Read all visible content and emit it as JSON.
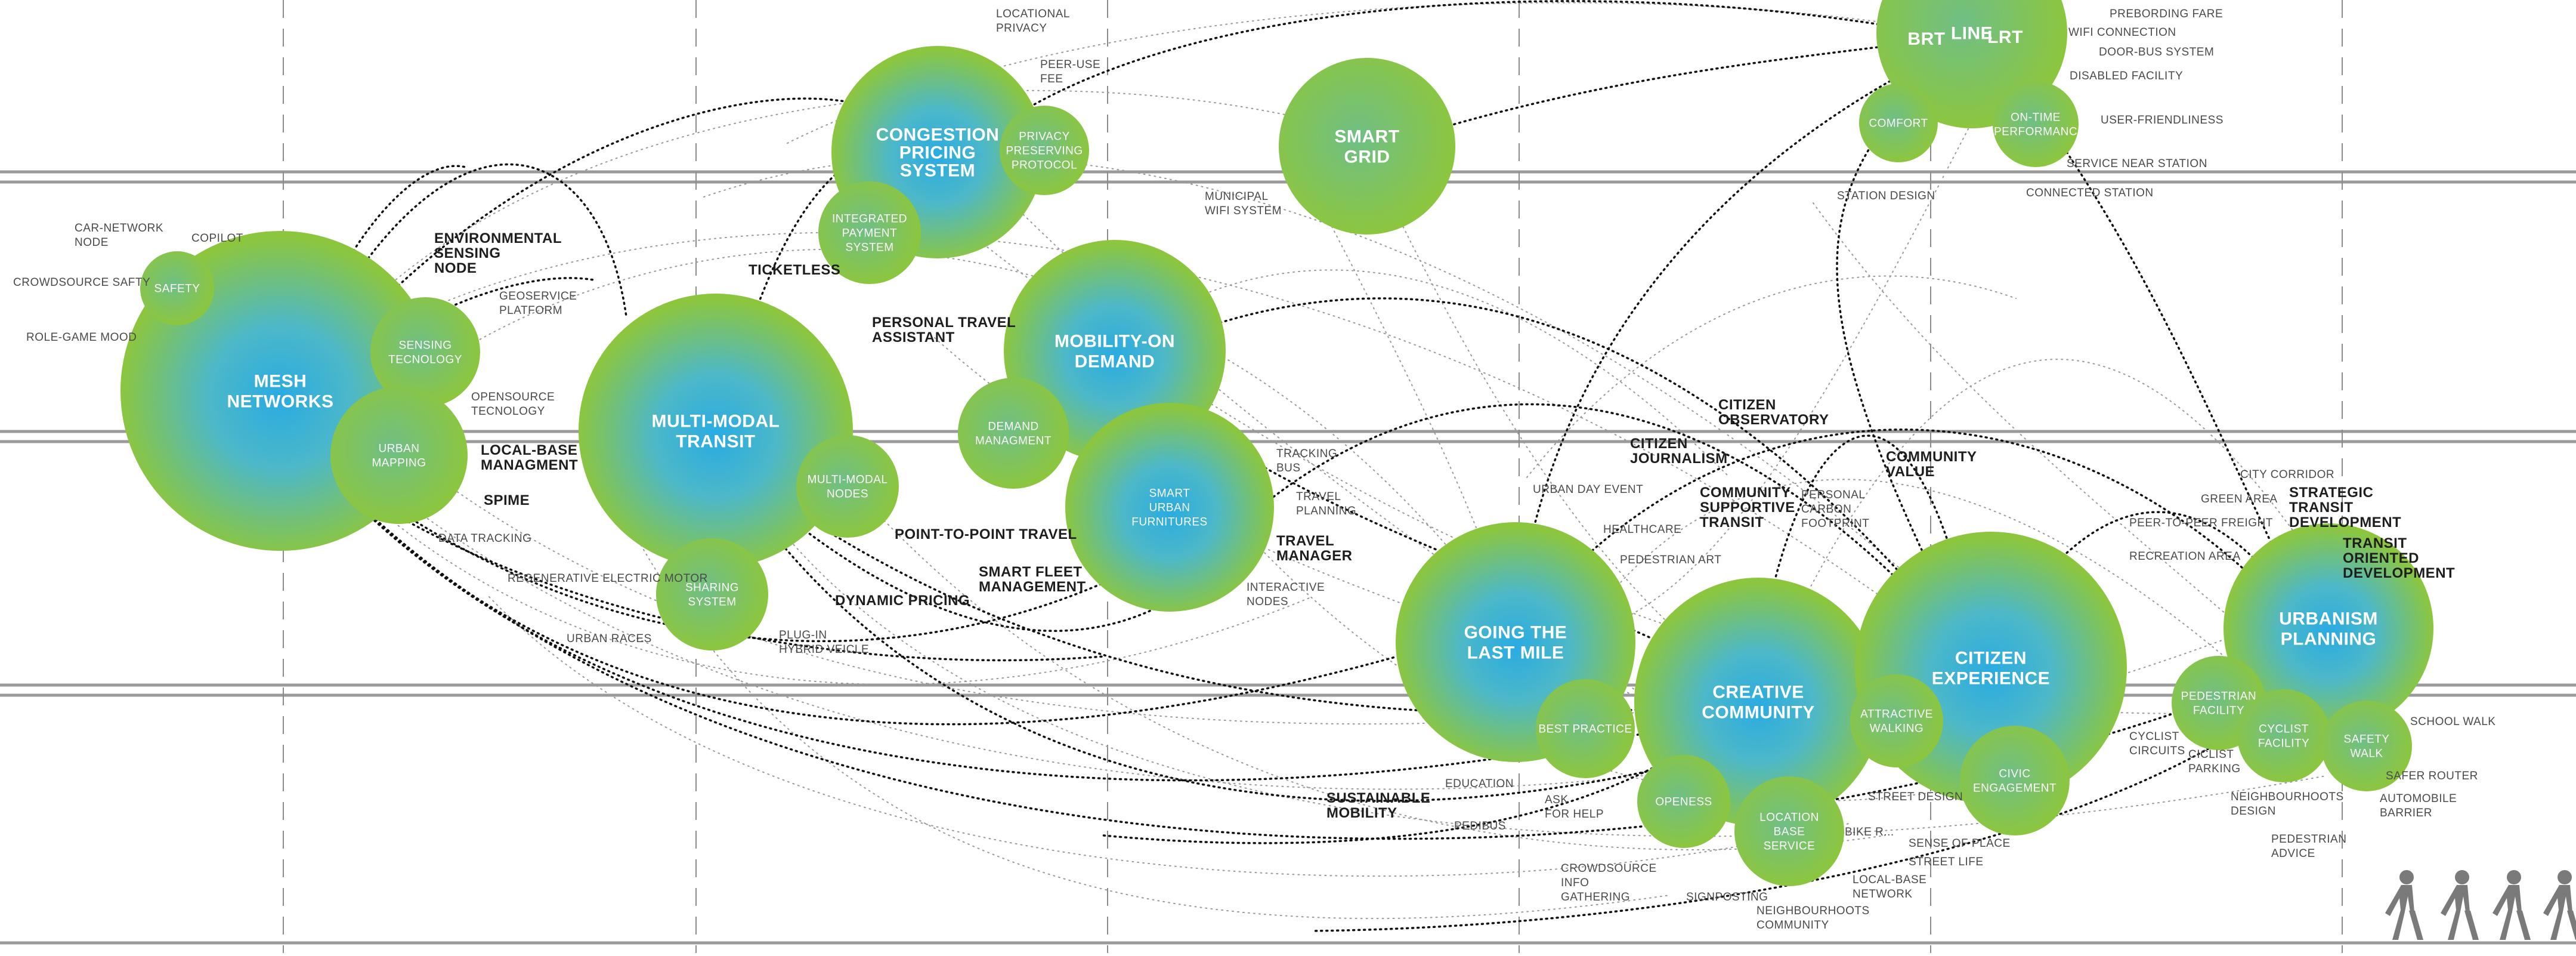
{
  "diagram": {
    "bubbles": [
      {
        "id": "mesh-networks",
        "lines": [
          "MESH",
          "NETWORKS"
        ],
        "style": "blue"
      },
      {
        "id": "safety",
        "lines": [
          "SAFETY"
        ],
        "style": "green"
      },
      {
        "id": "sensing-tecnology",
        "lines": [
          "SENSING",
          "TECNOLOGY"
        ],
        "style": "green"
      },
      {
        "id": "urban-mapping",
        "lines": [
          "URBAN",
          "MAPPING"
        ],
        "style": "green"
      },
      {
        "id": "multi-modal-transit",
        "lines": [
          "MULTI-MODAL",
          "TRANSIT"
        ],
        "style": "blue"
      },
      {
        "id": "multi-modal-nodes",
        "lines": [
          "MULTI-MODAL",
          "NODES"
        ],
        "style": "green"
      },
      {
        "id": "sharing-system",
        "lines": [
          "SHARING",
          "SYSTEM"
        ],
        "style": "green"
      },
      {
        "id": "congestion-pricing-system",
        "lines": [
          "CONGESTION",
          "PRICING",
          "SYSTEM"
        ],
        "style": "blue"
      },
      {
        "id": "privacy-preserving-protocol",
        "lines": [
          "PRIVACY",
          "PRESERVING",
          "PROTOCOL"
        ],
        "style": "green"
      },
      {
        "id": "integrated-payment-system",
        "lines": [
          "INTEGRATED",
          "PAYMENT",
          "SYSTEM"
        ],
        "style": "green"
      },
      {
        "id": "mobility-on-demand",
        "lines": [
          "MOBILITY-ON",
          "DEMAND"
        ],
        "style": "blue"
      },
      {
        "id": "demand-managment",
        "lines": [
          "DEMAND",
          "MANAGMENT"
        ],
        "style": "green"
      },
      {
        "id": "smart-urban-furnitures",
        "lines": [
          "SMART",
          "URBAN",
          "FURNITURES"
        ],
        "style": "blue"
      },
      {
        "id": "smart-grid",
        "lines": [
          "SMART",
          "GRID"
        ],
        "style": "green"
      },
      {
        "id": "line-top",
        "lines": [
          "LINE"
        ],
        "style": "green"
      },
      {
        "id": "comfort",
        "lines": [
          "COMFORT"
        ],
        "style": "green"
      },
      {
        "id": "on-time-performance",
        "lines": [
          "ON-TIME",
          "PERFORMANC"
        ],
        "style": "green"
      },
      {
        "id": "going-the-last-mile",
        "lines": [
          "GOING THE",
          "LAST MILE"
        ],
        "style": "blue"
      },
      {
        "id": "best-practice",
        "lines": [
          "BEST PRACTICE"
        ],
        "style": "green"
      },
      {
        "id": "creative-community",
        "lines": [
          "CREATIVE",
          "COMMUNITY"
        ],
        "style": "blue"
      },
      {
        "id": "openess",
        "lines": [
          "OPENESS"
        ],
        "style": "green"
      },
      {
        "id": "location-base-service",
        "lines": [
          "LOCATION",
          "BASE",
          "SERVICE"
        ],
        "style": "green"
      },
      {
        "id": "citizen-experience",
        "lines": [
          "CITIZEN",
          "EXPERIENCE"
        ],
        "style": "blue"
      },
      {
        "id": "attractive-walking",
        "lines": [
          "ATTRACTIVE",
          "WALKING"
        ],
        "style": "green"
      },
      {
        "id": "civic-engagement",
        "lines": [
          "CIVIC",
          "ENGAGEMENT"
        ],
        "style": "green"
      },
      {
        "id": "urbanism-planning",
        "lines": [
          "URBANISM",
          "PLANNING"
        ],
        "style": "blue"
      },
      {
        "id": "pedestrian-facility",
        "lines": [
          "PEDESTRIAN",
          "FACILITY"
        ],
        "style": "green"
      },
      {
        "id": "cyclist-facility",
        "lines": [
          "CYCLIST",
          "FACILITY"
        ],
        "style": "green"
      },
      {
        "id": "safety-walk",
        "lines": [
          "SAFETY",
          "WALK"
        ],
        "style": "green"
      }
    ],
    "bold_labels": [
      {
        "id": "brt",
        "lines": [
          "BRT"
        ]
      },
      {
        "id": "lrt",
        "lines": [
          "LRT"
        ]
      },
      {
        "id": "environmental-sensing-node",
        "lines": [
          "ENVIRONMENTAL",
          "SENSING",
          "NODE"
        ]
      },
      {
        "id": "local-base-managment",
        "lines": [
          "LOCAL-BASE",
          "MANAGMENT"
        ]
      },
      {
        "id": "spime",
        "lines": [
          "SPIME"
        ]
      },
      {
        "id": "ticketless",
        "lines": [
          "TICKETLESS"
        ]
      },
      {
        "id": "personal-travel-assistant",
        "lines": [
          "PERSONAL TRAVEL",
          "ASSISTANT"
        ]
      },
      {
        "id": "point-to-point-travel",
        "lines": [
          "POINT-TO-POINT TRAVEL"
        ]
      },
      {
        "id": "smart-fleet-management",
        "lines": [
          "SMART FLEET",
          "MANAGEMENT"
        ]
      },
      {
        "id": "dynamic-pricing",
        "lines": [
          "DYNAMIC PRICING"
        ]
      },
      {
        "id": "travel-manager",
        "lines": [
          "TRAVEL",
          "MANAGER"
        ]
      },
      {
        "id": "citizen-observatory",
        "lines": [
          "CITIZEN",
          "OBSERVATORY"
        ]
      },
      {
        "id": "citizen-journalism",
        "lines": [
          "CITIZEN",
          "JOURNALISM"
        ]
      },
      {
        "id": "community-value",
        "lines": [
          "COMMUNITY",
          "VALUE"
        ]
      },
      {
        "id": "community-supportive-transit",
        "lines": [
          "COMMUNITY",
          "SUPPORTIVE",
          "TRANSIT"
        ]
      },
      {
        "id": "strategic-transit-development",
        "lines": [
          "STRATEGIC",
          "TRANSIT",
          "DEVELOPMENT"
        ]
      },
      {
        "id": "transit-oriented-development",
        "lines": [
          "TRANSIT",
          "ORIENTED",
          "DEVELOPMENT"
        ]
      },
      {
        "id": "sustainable-mobility",
        "lines": [
          "SUSTAINABLE",
          "MOBILITY"
        ]
      }
    ],
    "small_labels": [
      {
        "id": "car-network-node",
        "lines": [
          "CAR-NETWORK",
          "NODE"
        ]
      },
      {
        "id": "copilot",
        "lines": [
          "COPILOT"
        ]
      },
      {
        "id": "crowdsource-safty",
        "lines": [
          "CROWDSOURCE SAFTY"
        ]
      },
      {
        "id": "role-game-mood",
        "lines": [
          "ROLE-GAME MOOD"
        ]
      },
      {
        "id": "geoservice-platform",
        "lines": [
          "GEOSERVICE",
          "PLATFORM"
        ]
      },
      {
        "id": "opensource-tecnology",
        "lines": [
          "OPENSOURCE",
          "TECNOLOGY"
        ]
      },
      {
        "id": "data-tracking",
        "lines": [
          "DATA TRACKING"
        ]
      },
      {
        "id": "regenerative-electric-motor",
        "lines": [
          "REGENERATIVE ELECTRIC MOTOR"
        ]
      },
      {
        "id": "urban-races",
        "lines": [
          "URBAN RACES"
        ]
      },
      {
        "id": "plug-in-hybrid-vehicle",
        "lines": [
          "PLUG-IN",
          "HYBRID VEICLE"
        ]
      },
      {
        "id": "locational-privacy",
        "lines": [
          "LOCATIONAL",
          "PRIVACY"
        ]
      },
      {
        "id": "peer-use-fee",
        "lines": [
          "PEER-USE",
          "FEE"
        ]
      },
      {
        "id": "municipal-wifi-system",
        "lines": [
          "MUNICIPAL",
          "WIFI SYSTEM"
        ]
      },
      {
        "id": "tracking-bus",
        "lines": [
          "TRACKING",
          "BUS"
        ]
      },
      {
        "id": "travel-planning",
        "lines": [
          "TRAVEL",
          "PLANNING"
        ]
      },
      {
        "id": "interactive-nodes",
        "lines": [
          "INTERACTIVE",
          "NODES"
        ]
      },
      {
        "id": "preborading-fare",
        "lines": [
          "PREBORDING FARE"
        ]
      },
      {
        "id": "wifi-connection",
        "lines": [
          "WIFI CONNECTION"
        ]
      },
      {
        "id": "door-bus-system",
        "lines": [
          "DOOR-BUS SYSTEM"
        ]
      },
      {
        "id": "disabled-facility",
        "lines": [
          "DISABLED FACILITY"
        ]
      },
      {
        "id": "user-friendliness",
        "lines": [
          "USER-FRIENDLINESS"
        ]
      },
      {
        "id": "service-near-station",
        "lines": [
          "SERVICE NEAR STATION"
        ]
      },
      {
        "id": "station-design",
        "lines": [
          "STATION DESIGN"
        ]
      },
      {
        "id": "connected-station",
        "lines": [
          "CONNECTED STATION"
        ]
      },
      {
        "id": "urban-day-event",
        "lines": [
          "URBAN DAY EVENT"
        ]
      },
      {
        "id": "healthcare",
        "lines": [
          "HEALTHCARE"
        ]
      },
      {
        "id": "pedestrian-art",
        "lines": [
          "PEDESTRIAN ART"
        ]
      },
      {
        "id": "personal-carbon-footprint",
        "lines": [
          "PERSONAL",
          "CARBON",
          "FOOTPRINT"
        ]
      },
      {
        "id": "education",
        "lines": [
          "EDUCATION"
        ]
      },
      {
        "id": "pedibus",
        "lines": [
          "PEDIBUS"
        ]
      },
      {
        "id": "ask-for-help",
        "lines": [
          "ASK",
          "FOR HELP"
        ]
      },
      {
        "id": "crowdsource-info-gathering",
        "lines": [
          "CROWDSOURCE",
          "INFO",
          "GATHERING"
        ]
      },
      {
        "id": "signposting",
        "lines": [
          "SIGNPOSTING"
        ]
      },
      {
        "id": "neighbourhoods-community",
        "lines": [
          "NEIGHBOURHOOTS",
          "COMMUNITY"
        ]
      },
      {
        "id": "local-base-network",
        "lines": [
          "LOCAL-BASE",
          "NETWORK"
        ]
      },
      {
        "id": "bike-ride",
        "lines": [
          "BIKE R..."
        ]
      },
      {
        "id": "street-design",
        "lines": [
          "STREET DESIGN"
        ]
      },
      {
        "id": "sense-of-place",
        "lines": [
          "SENSE OF PLACE"
        ]
      },
      {
        "id": "street-life",
        "lines": [
          "STREET LIFE"
        ]
      },
      {
        "id": "city-corridor",
        "lines": [
          "CITY CORRIDOR"
        ]
      },
      {
        "id": "green-area",
        "lines": [
          "GREEN AREA"
        ]
      },
      {
        "id": "peer-to-peer-freight",
        "lines": [
          "PEER-TO-PEER FREIGHT"
        ]
      },
      {
        "id": "recreation-area",
        "lines": [
          "RECREATION AREA"
        ]
      },
      {
        "id": "cyclist-circuits",
        "lines": [
          "CYCLIST",
          "CIRCUITS"
        ]
      },
      {
        "id": "ciclist-parking",
        "lines": [
          "CICLIST",
          "PARKING"
        ]
      },
      {
        "id": "neighbourhoods-design",
        "lines": [
          "NEIGHBOURHOOTS",
          "DESIGN"
        ]
      },
      {
        "id": "pedestrian-advice",
        "lines": [
          "PEDESTRIAN",
          "ADVICE"
        ]
      },
      {
        "id": "school-walk",
        "lines": [
          "SCHOOL WALK"
        ]
      },
      {
        "id": "safer-router",
        "lines": [
          "SAFER ROUTER"
        ]
      },
      {
        "id": "automobile-barrier",
        "lines": [
          "AUTOMOBILE",
          "BARRIER"
        ]
      }
    ],
    "icons": [
      "walking-person-icon",
      "walking-person-icon",
      "walking-person-icon",
      "walking-person-icon"
    ],
    "colors": {
      "green": "#8cc63f",
      "blue": "#29abe2",
      "link": "#111111",
      "faint_link": "#9a9a9a",
      "band": "#9a9a9a",
      "walker": "#7a7a7a"
    }
  }
}
